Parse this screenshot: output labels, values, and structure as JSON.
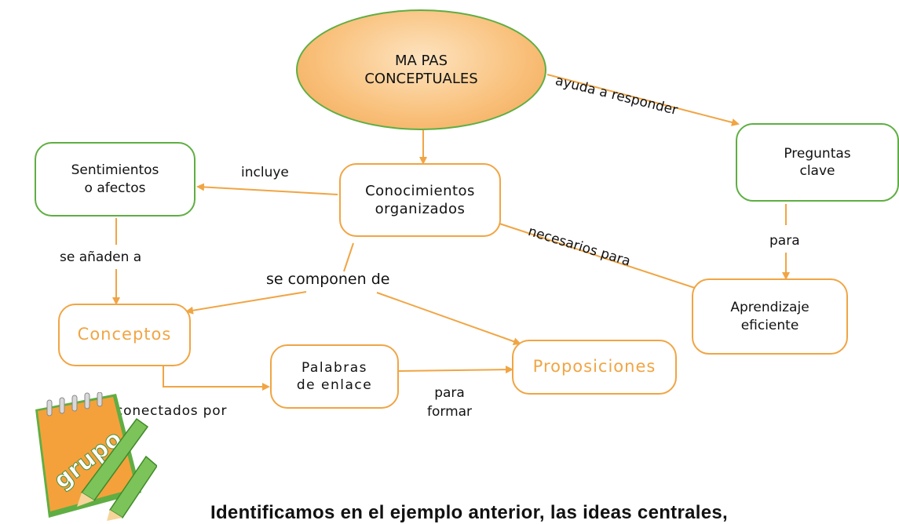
{
  "diagram": {
    "main_node": "MA PAS\nCONCEPTUALES",
    "nodes": {
      "sentimientos": "Sentimientos\no afectos",
      "conocimientos": "Conocimientos\norganizados",
      "preguntas": "Preguntas\nclave",
      "aprendizaje": "Aprendizaje\neficiente",
      "conceptos": "Conceptos",
      "palabras": "Palabras\nde enlace",
      "proposiciones": "Proposiciones"
    },
    "link_labels": {
      "ayuda": "ayuda a responder",
      "incluye": "incluye",
      "se_anaden": "se añaden a",
      "se_componen": "se componen de",
      "necesarios": "necesarios para",
      "para_right": "para",
      "conectados": "conectados por",
      "para_formar": "para\nformar"
    },
    "colors": {
      "green": "#5fae43",
      "orange": "#f0a544",
      "main_fill": "#f9c27e"
    }
  },
  "sticker": {
    "icon": "notebook-pencil-icon",
    "text": "grupo"
  },
  "footer": {
    "text": "Identificamos en el ejemplo anterior, las ideas centrales,"
  }
}
